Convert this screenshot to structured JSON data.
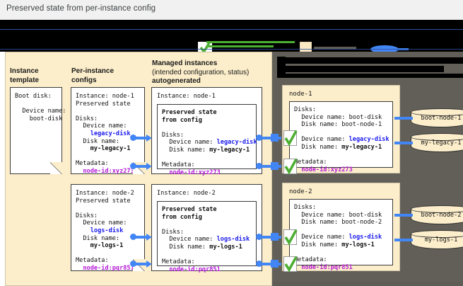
{
  "titlebar": {
    "title": "Preserved state from per-instance config"
  },
  "legend": {
    "redacted": true,
    "items": [
      {
        "icon": "green-check-icon",
        "label": ""
      },
      {
        "icon": "cream-box-icon",
        "label": ""
      },
      {
        "icon": "blue-ellipse-icon",
        "label": ""
      }
    ]
  },
  "colors": {
    "panel_cream": "#fceecb",
    "panel_dark": "#5f5c55",
    "accent_blue": "#4285f4",
    "value_blue": "#1a1aee",
    "value_purple": "#b51ad6",
    "check_green": "#4caf32",
    "titlebar_bg": "#f1f1f1"
  },
  "columns": {
    "instance_template": {
      "line1": "Instance",
      "line2": "template"
    },
    "per_instance_configs": {
      "line1": "Per-instance",
      "line2": "configs"
    },
    "managed_instances": {
      "line1": "Managed instances",
      "line2": "(intended configuration, status)",
      "line3": "autogenerated"
    },
    "right_panel_header": {
      "redacted": true,
      "line1": "",
      "line2": ""
    }
  },
  "instance_template_card": {
    "text": "Boot disk:\n\n  Device name:\n    boot-disk"
  },
  "per_instance_configs": [
    {
      "header": "Instance: node-1\nPreserved state",
      "disks_label": "Disks:",
      "device_name_label": "  Device name:",
      "device_name_value": "    legacy-disk",
      "disk_name_label": "  Disk name:",
      "disk_name_value": "    my-legacy-1",
      "metadata_label": "Metadata:",
      "metadata_value": "  node-id:xyz273"
    },
    {
      "header": "Instance: node-2\nPreserved state",
      "disks_label": "Disks:",
      "device_name_label": "  Device name:",
      "device_name_value": "    logs-disk",
      "disk_name_label": "  Disk name:",
      "disk_name_value": "    my-logs-1",
      "metadata_label": "Metadata:",
      "metadata_value": "  node-id:pqr851"
    }
  ],
  "managed_instances": [
    {
      "header": "Instance: node-1",
      "preserved_title": "Preserved state\nfrom config",
      "disks_label": "Disks:",
      "device_name_label": "  Device name: ",
      "device_name_value": "legacy-disk",
      "disk_name_label": "  Disk name: ",
      "disk_name_value": "my-legacy-1",
      "metadata_label": "Metadata:",
      "metadata_value": "  node-id:xyz273"
    },
    {
      "header": "Instance: node-2",
      "preserved_title": "Preserved state\nfrom config",
      "disks_label": "Disks:",
      "device_name_label": "  Device name: ",
      "device_name_value": "logs-disk",
      "disk_name_label": "  Disk name: ",
      "disk_name_value": "my-logs-1",
      "metadata_label": "Metadata:",
      "metadata_value": "  node-id:pqr851"
    }
  ],
  "nodes": [
    {
      "title": "node-1",
      "disks_label": "Disks:",
      "boot_device_label": "  Device name: boot-disk",
      "boot_disk_label": "  Disk name: boot-node-1",
      "device_name_label": "  Device name: ",
      "device_name_value": "legacy-disk",
      "disk_name_label": "  Disk name: ",
      "disk_name_value": "my-legacy-1",
      "metadata_label": "Metadata:",
      "metadata_value": "  node-id:xyz273"
    },
    {
      "title": "node-2",
      "disks_label": "Disks:",
      "boot_device_label": "  Device name: boot-disk",
      "boot_disk_label": "  Disk name: boot-node-2",
      "device_name_label": "  Device name: ",
      "device_name_value": "logs-disk",
      "disk_name_label": "  Disk name: ",
      "disk_name_value": "my-logs-1",
      "metadata_label": "Metadata:",
      "metadata_value": "  node-id:pqr851"
    }
  ],
  "disks": [
    {
      "label": "boot-node-1"
    },
    {
      "label": "my-legacy-1"
    },
    {
      "label": "boot-node-2"
    },
    {
      "label": "my-logs-1"
    }
  ]
}
